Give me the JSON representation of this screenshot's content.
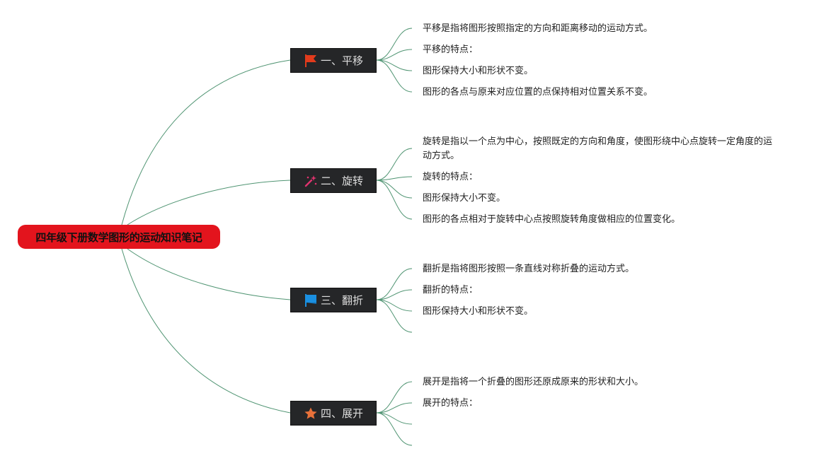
{
  "root": {
    "title": "四年级下册数学图形的运动知识笔记"
  },
  "colors": {
    "root_bg": "#e3141d",
    "branch_bg": "#252628",
    "edge": "#4f9472",
    "icon_flag_red": "#e23b1c",
    "icon_wand": "#e0336e",
    "icon_flag_blue": "#1a8fe0",
    "icon_star": "#e8713a"
  },
  "branches": [
    {
      "label": "一、平移",
      "icon": "red-flag-icon",
      "leaves": [
        "平移是指将图形按照指定的方向和距离移动的运动方式。",
        "平移的特点：",
        "图形保持大小和形状不变。",
        "图形的各点与原来对应位置的点保持相对位置关系不变。"
      ]
    },
    {
      "label": "二、旋转",
      "icon": "magic-wand-icon",
      "leaves": [
        "旋转是指以一个点为中心，按照既定的方向和角度，使图形绕中心点旋转一定角度的运动方式。",
        "旋转的特点：",
        "图形保持大小不变。",
        "图形的各点相对于旋转中心点按照旋转角度做相应的位置变化。"
      ]
    },
    {
      "label": "三、翻折",
      "icon": "blue-flag-icon",
      "leaves": [
        "翻折是指将图形按照一条直线对称折叠的运动方式。",
        "翻折的特点：",
        "图形保持大小和形状不变。",
        ""
      ]
    },
    {
      "label": "四、展开",
      "icon": "star-icon",
      "leaves": [
        "展开是指将一个折叠的图形还原成原来的形状和大小。",
        "展开的特点：",
        "",
        ""
      ]
    }
  ]
}
